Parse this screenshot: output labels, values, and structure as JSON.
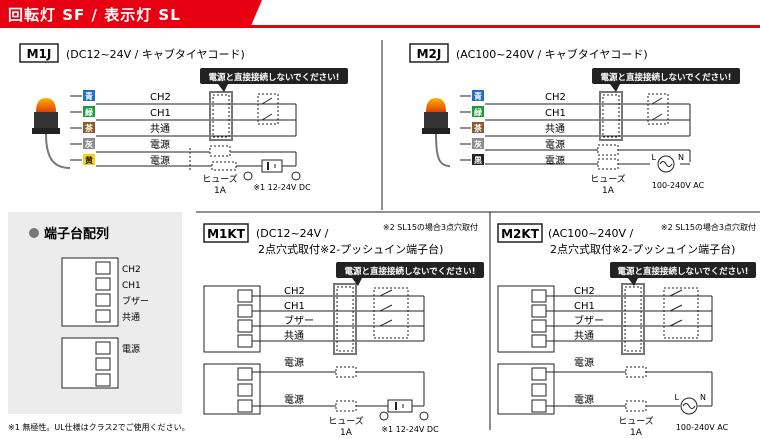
{
  "header": {
    "title": "回転灯 SF / 表示灯 SL",
    "accent": "#e60012"
  },
  "warning": "電源と直接接続しないでください!",
  "m1j": {
    "badge": "M1J",
    "subtitle": "(DC12~24V / キャブタイヤコード)",
    "wires": [
      {
        "tag": "青",
        "color": "#1e6fc6",
        "label": "CH2"
      },
      {
        "tag": "緑",
        "color": "#1f9a3c",
        "label": "CH1"
      },
      {
        "tag": "茶",
        "color": "#8b5a2b",
        "label": "共通"
      },
      {
        "tag": "灰",
        "color": "#8c8c8c",
        "label": "電源"
      },
      {
        "tag": "黄",
        "color": "#f2d31b",
        "label": "電源"
      }
    ],
    "fuse_label": "ヒューズ",
    "fuse_rating": "1A",
    "supply": "※1 12-24V DC"
  },
  "m2j": {
    "badge": "M2J",
    "subtitle": "(AC100~240V / キャブタイヤコード)",
    "wires": [
      {
        "tag": "青",
        "color": "#1e6fc6",
        "label": "CH2"
      },
      {
        "tag": "緑",
        "color": "#1f9a3c",
        "label": "CH1"
      },
      {
        "tag": "茶",
        "color": "#8b5a2b",
        "label": "共通"
      },
      {
        "tag": "灰",
        "color": "#8c8c8c",
        "label": "電源"
      },
      {
        "tag": "黒",
        "color": "#222222",
        "label": "電源"
      }
    ],
    "fuse_label": "ヒューズ",
    "fuse_rating": "1A",
    "supply": "100-240V AC",
    "l": "L",
    "n": "N"
  },
  "terminal": {
    "title": "端子台配列",
    "upper_labels": [
      "CH2",
      "CH1",
      "ブザー",
      "共通"
    ],
    "lower_label": "電源"
  },
  "m1kt": {
    "badge": "M1KT",
    "line1": "(DC12~24V /",
    "line2": "2点穴式取付※2-プッシュイン端子台)",
    "note": "※2 SL15の場合3点穴取付",
    "labels": [
      "CH2",
      "CH1",
      "ブザー",
      "共通"
    ],
    "power": [
      "電源",
      "電源"
    ],
    "fuse_label": "ヒューズ",
    "fuse_rating": "1A",
    "supply": "※1 12-24V DC"
  },
  "m2kt": {
    "badge": "M2KT",
    "line1": "(AC100~240V /",
    "line2": "2点穴式取付※2-プッシュイン端子台)",
    "note": "※2 SL15の場合3点穴取付",
    "labels": [
      "CH2",
      "CH1",
      "ブザー",
      "共通"
    ],
    "power": [
      "電源",
      "電源"
    ],
    "fuse_label": "ヒューズ",
    "fuse_rating": "1A",
    "supply": "100-240V AC",
    "l": "L",
    "n": "N"
  },
  "footnote": "※1 無極性。UL仕様はクラス2でご使用ください。"
}
